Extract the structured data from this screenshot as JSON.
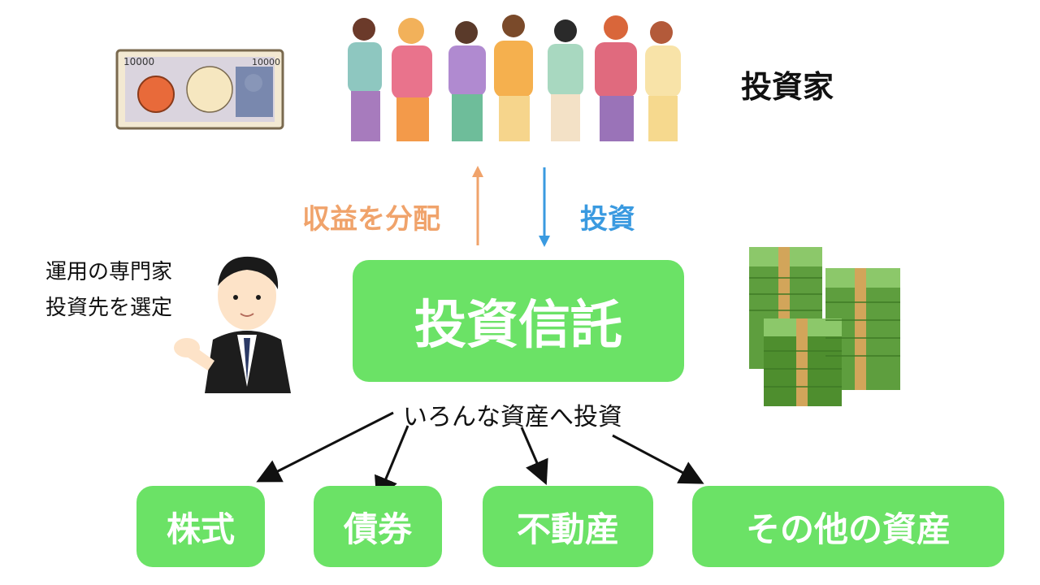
{
  "investor_label": "投資家",
  "flow": {
    "distribute_label": "収益を分配",
    "invest_label": "投資"
  },
  "center_box_label": "投資信託",
  "manager_caption": {
    "line1": "運用の専門家",
    "line2": "投資先を選定"
  },
  "diverse_label": "いろんな資産へ投資",
  "assets": [
    {
      "label": "株式"
    },
    {
      "label": "債券"
    },
    {
      "label": "不動産"
    },
    {
      "label": "その他の資産"
    }
  ],
  "colors": {
    "box_green": "#6be266",
    "distribute_orange": "#f0a36b",
    "invest_blue": "#3a9ae0",
    "money_green": "#6ab04c"
  },
  "icons": [
    "banknote-icon",
    "group-of-people-icon",
    "businessman-icon",
    "money-stack-icon",
    "arrow-up-icon",
    "arrow-down-icon"
  ]
}
